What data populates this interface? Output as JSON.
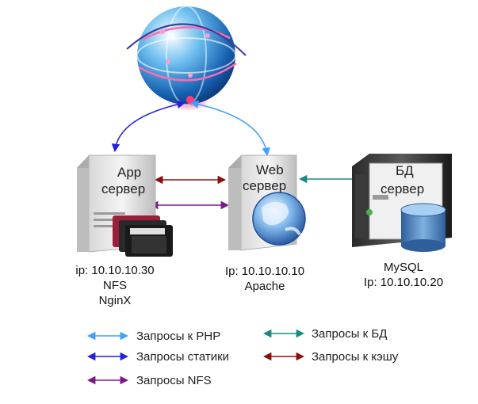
{
  "servers": {
    "app": {
      "title_line1": "App",
      "title_line2": "сервер",
      "info": [
        "ip: 10.10.10.30",
        "NFS",
        "NginX"
      ]
    },
    "web": {
      "title_line1": "Web",
      "title_line2": "сервер",
      "info": [
        "Ip: 10.10.10.10",
        "Apache"
      ]
    },
    "db": {
      "title_line1": "БД",
      "title_line2": "сервер",
      "info": [
        "MySQL",
        "Ip: 10.10.10.20"
      ]
    }
  },
  "legend": {
    "php": "Запросы к PHP",
    "static": "Запросы статики",
    "nfs": "Запросы NFS",
    "db": "Запросы к БД",
    "cache": "Запросы к кэшу"
  },
  "colors": {
    "php": "#3fa0ff",
    "static": "#2222dd",
    "nfs": "#7a1a8a",
    "db": "#1a8a80",
    "cache": "#8a1010"
  },
  "icons": {
    "internet": "globe-icon",
    "app": "server-icon",
    "web": "server-icon",
    "db": "database-server-icon"
  }
}
